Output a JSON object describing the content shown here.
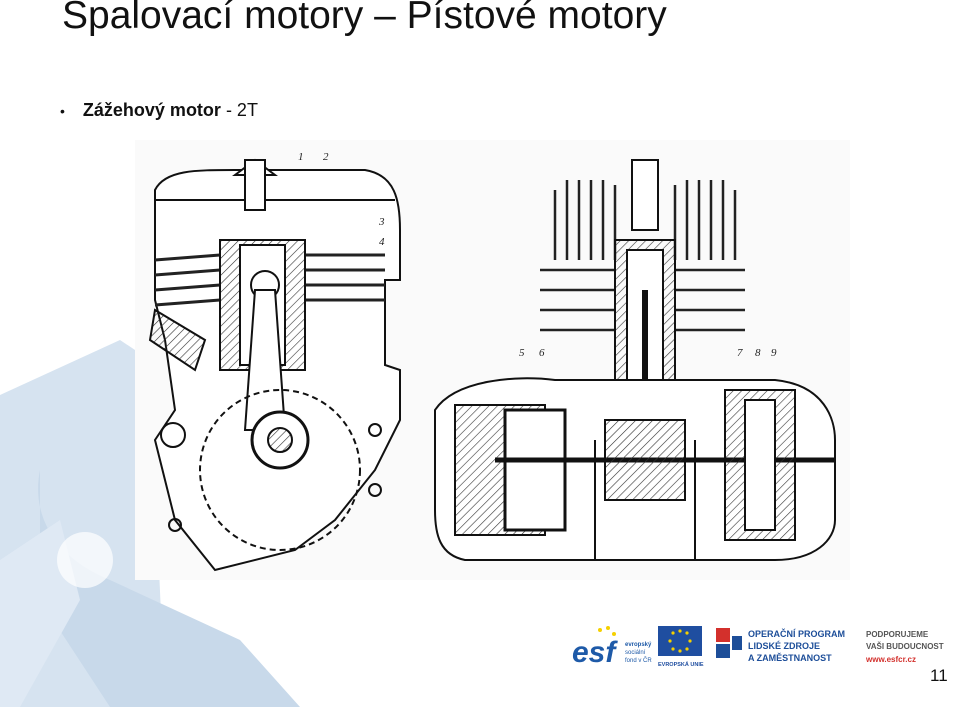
{
  "slide": {
    "title": "Spalovací motory – Pístové motory",
    "bullet_bold": "Zážehový motor",
    "bullet_rest": " - 2T",
    "page_number": "11"
  },
  "drawing": {
    "left_labels": [
      "1",
      "2",
      "3",
      "4"
    ],
    "right_labels": [
      "5",
      "6",
      "7",
      "8",
      "9"
    ]
  },
  "logos": {
    "esf_lines": [
      "evropský",
      "sociální",
      "fond v ČR"
    ],
    "esf_word": "esf",
    "eu_caption": "EVROPSKÁ UNIE",
    "op_lines": [
      "OPERAČNÍ PROGRAM",
      "LIDSKÉ ZDROJE",
      "A ZAMĚSTNANOST"
    ],
    "support_lines": [
      "PODPORUJEME",
      "VAŠI BUDOUCNOST",
      "www.esfcr.cz"
    ]
  },
  "colors": {
    "deco_blue": "#c8d9ea",
    "esf_blue": "#1e5aa8",
    "eu_blue": "#1f4ea0",
    "eu_star": "#f5d000",
    "op_blue": "#1d4e99",
    "op_red": "#d3302c"
  }
}
